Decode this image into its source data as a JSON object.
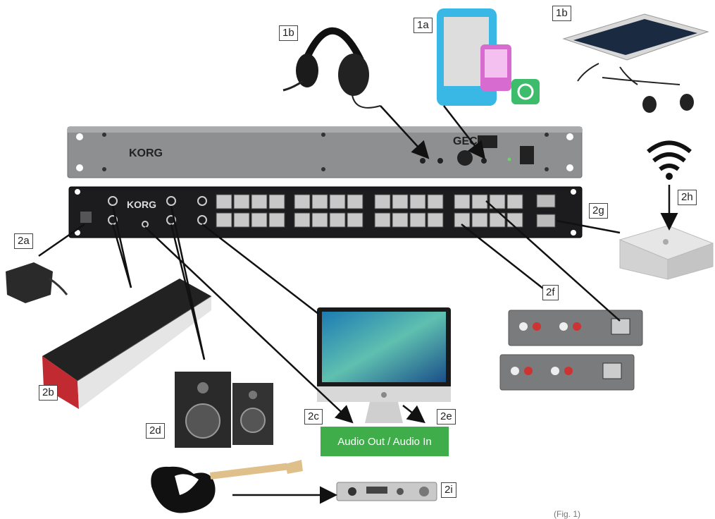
{
  "brand": {
    "rack_logo": "KORG",
    "unit_model": "GEC"
  },
  "labels": {
    "1a": "1a",
    "1b_headset": "1b",
    "1b_tablet": "1b",
    "2a": "2a",
    "2b": "2b",
    "2c": "2c",
    "2d": "2d",
    "2e": "2e",
    "2f": "2f",
    "2g": "2g",
    "2h": "2h",
    "2i": "2i"
  },
  "audio_box": "Audio Out / Audio In",
  "figure_caption": "(Fig. 1)",
  "colors": {
    "accent_green": "#3fae4a",
    "rack_front": "#8e8f91",
    "rack_back": "#1c1c1e",
    "label_border": "#444444"
  },
  "icons": [
    "headset-icon",
    "ipod-icon",
    "tablet-icon",
    "wifi-icon",
    "power-adapter-icon",
    "keyboard-synth-icon",
    "speakers-icon",
    "imac-icon",
    "mac-mini-icon",
    "audio-interface-icon",
    "guitar-icon",
    "breakout-box-icon"
  ]
}
